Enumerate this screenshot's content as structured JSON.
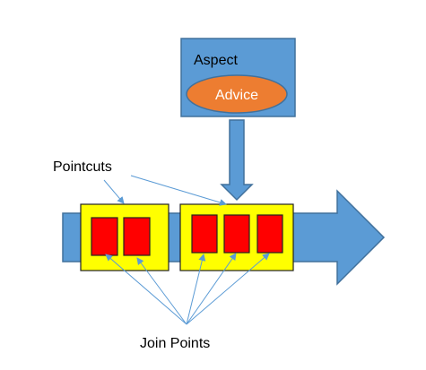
{
  "aspect": {
    "label": "Aspect",
    "advice_label": "Advice"
  },
  "labels": {
    "pointcuts": "Pointcuts",
    "join_points": "Join Points"
  },
  "colors": {
    "blue_fill": "#5b9bd5",
    "blue_stroke": "#41719c",
    "orange_fill": "#ed7d31",
    "yellow_fill": "#ffff00",
    "red_fill": "#ff0000",
    "dark_stroke": "#222222",
    "text_dark": "#000000",
    "text_light": "#ffffff"
  },
  "groups": [
    {
      "join_point_count": 2
    },
    {
      "join_point_count": 3
    }
  ]
}
